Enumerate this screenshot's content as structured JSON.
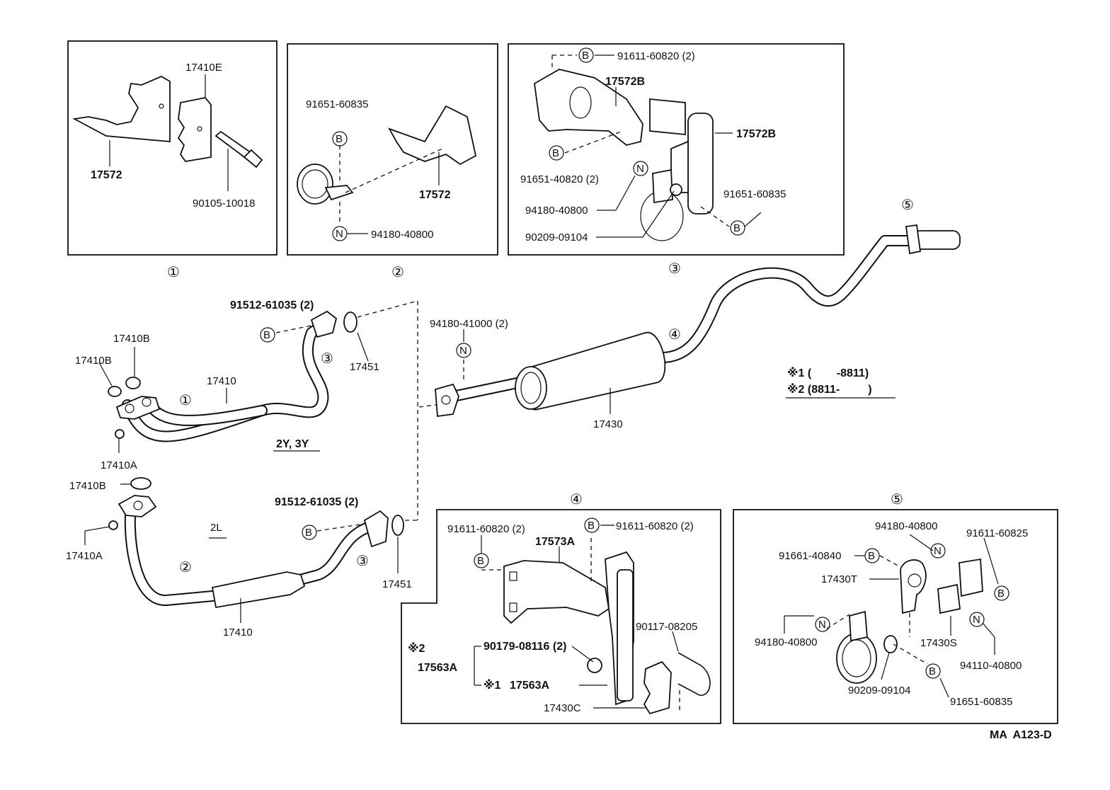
{
  "panels": {
    "p1": {
      "circle": "①",
      "parts": [
        "17410E",
        "17572",
        "90105-10018"
      ]
    },
    "p2": {
      "circle": "②",
      "parts": [
        "91651-60835",
        "17572",
        "94180-40800"
      ]
    },
    "p3": {
      "circle": "③",
      "parts": [
        "91611-60820 (2)",
        "17572B",
        "17572B",
        "91651-40820 (2)",
        "94180-40800",
        "91651-60835",
        "90209-09104"
      ]
    },
    "p4": {
      "circle": "④",
      "parts": [
        "91611-60820 (2)",
        "91611-60820 (2)",
        "17573A",
        "90117-08205",
        "90179-08116 (2)",
        "17563A",
        "17563A",
        "17430C"
      ],
      "note2": "※2",
      "note1": "※1"
    },
    "p5": {
      "circle": "⑤",
      "parts": [
        "94180-40800",
        "91611-60825",
        "91661-40840",
        "17430T",
        "94180-40800",
        "17430S",
        "94110-40800",
        "90209-09104",
        "91651-60835"
      ]
    }
  },
  "main": {
    "upper": {
      "labels": [
        "91512-61035 (2)",
        "17451",
        "17410B",
        "17410B",
        "17410",
        "17410A",
        "2Y, 3Y"
      ],
      "circles": [
        "①",
        "③"
      ]
    },
    "lower": {
      "labels": [
        "17410B",
        "17410A",
        "91512-61035 (2)",
        "17451",
        "2L",
        "17410"
      ],
      "circles": [
        "②",
        "③"
      ]
    },
    "muffler": {
      "labels": [
        "94180-41000 (2)",
        "17430"
      ],
      "circles": [
        "④",
        "⑤"
      ]
    },
    "notes": {
      "n1": "※1 (        -8811)",
      "n2": "※2 (8811-         )"
    },
    "badges": {
      "b": "B",
      "n": "N"
    }
  },
  "code": "MA  A123-D"
}
